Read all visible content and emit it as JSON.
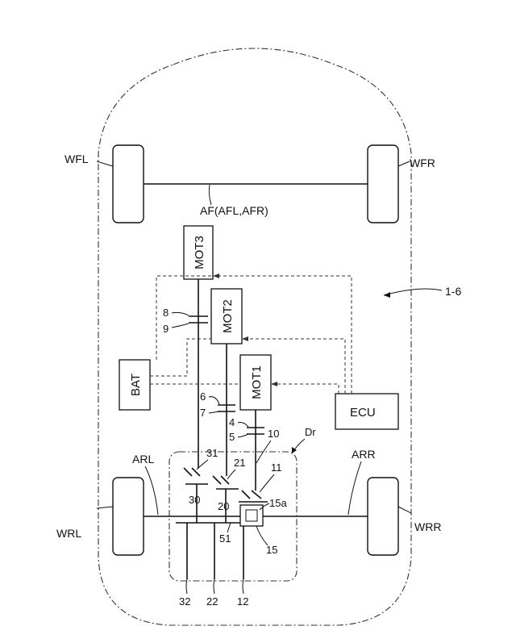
{
  "wheels": {
    "front_left": "WFL",
    "front_right": "WFR",
    "rear_left": "WRL",
    "rear_right": "WRR"
  },
  "axles": {
    "front": "AF(AFL,AFR)",
    "rear_left": "ARL",
    "rear_right": "ARR"
  },
  "components": {
    "motor3": "MOT3",
    "motor2": "MOT2",
    "motor1": "MOT1",
    "battery": "BAT",
    "ecu": "ECU",
    "drive_unit": "Dr",
    "vehicle": "1-6"
  },
  "ref_numbers": {
    "n8": "8",
    "n9": "9",
    "n6": "6",
    "n7": "7",
    "n4": "4",
    "n5": "5",
    "n10": "10",
    "n31": "31",
    "n21": "21",
    "n11": "11",
    "n30": "30",
    "n20": "20",
    "n15a": "15a",
    "n51": "51",
    "n15": "15",
    "n32": "32",
    "n22": "22",
    "n12": "12"
  }
}
